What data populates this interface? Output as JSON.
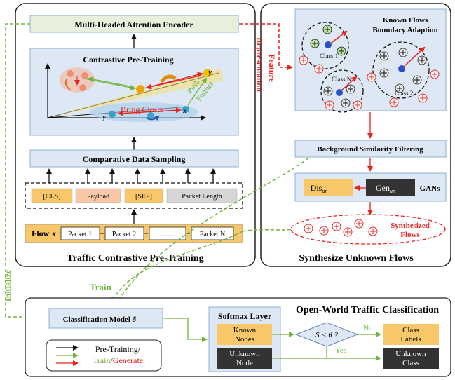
{
  "colors": {
    "panel_blue": "#dde8f4",
    "panel_stroke": "#8fb1d3",
    "green_box": "#e6f0dc",
    "orange": "#f7c76a",
    "salmon": "#f7c8a8",
    "gray": "#d6d6d6",
    "dark": "#333333",
    "arrow_red": "#e8231f",
    "arrow_green": "#72b33f"
  },
  "left_panel": {
    "title": "Traffic Contrastive Pre-Training",
    "encoder_label": "Multi-Headed Attention Encoder",
    "contrastive_label": "Contrastive Pre-Training",
    "bring_closer": "Bring Closer",
    "push": "Push",
    "further": "Further",
    "y_label": "y",
    "y_prime_label": "y'",
    "x_label": "x",
    "sampling_label": "Comparative Data Sampling",
    "tokens": [
      "[CLS]",
      "Payload",
      "[SEP]",
      "Packet Length"
    ],
    "flow_label": "Flow",
    "flow_var": "x",
    "packets": [
      "Packet 1",
      "Packet 2",
      "……",
      "Packet N"
    ]
  },
  "right_panel": {
    "title": "Synthesize Unknown Flows",
    "boundary_title_1": "Known Flows",
    "boundary_title_2": "Boundary Adaption",
    "class1": "Class 1",
    "classN": "Class N",
    "class2": "Class 2",
    "filter_label": "Background Similarity Filtering",
    "dis_label": "Dis",
    "dis_sub": "un",
    "gen_label": "Gen",
    "gen_sub": "un",
    "gans_label": "GANs",
    "synth_1": "Synthesized",
    "synth_2": "Flows"
  },
  "feature_rep_1": "Feature",
  "feature_rep_2": "Representation",
  "initialize_label": "Initialize",
  "train_label": "Train",
  "bottom_panel": {
    "title": "Open-World Traffic Classification",
    "model_label": "Classification Model",
    "model_var": "δ",
    "softmax_label": "Softmax Layer",
    "known_1": "Known",
    "known_2": "Nodes",
    "unknown_1": "Unknown",
    "unknown_2": "Node",
    "decision": "S < θ ?",
    "no_label": "No",
    "yes_label": "Yes",
    "class_labels_1": "Class",
    "class_labels_2": "Labels",
    "unknown_class_1": "Unknown",
    "unknown_class_2": "Class"
  },
  "legend": {
    "line1": "Pre-Training/",
    "train": "Train",
    "slash": "/",
    "generate": "Generate"
  }
}
